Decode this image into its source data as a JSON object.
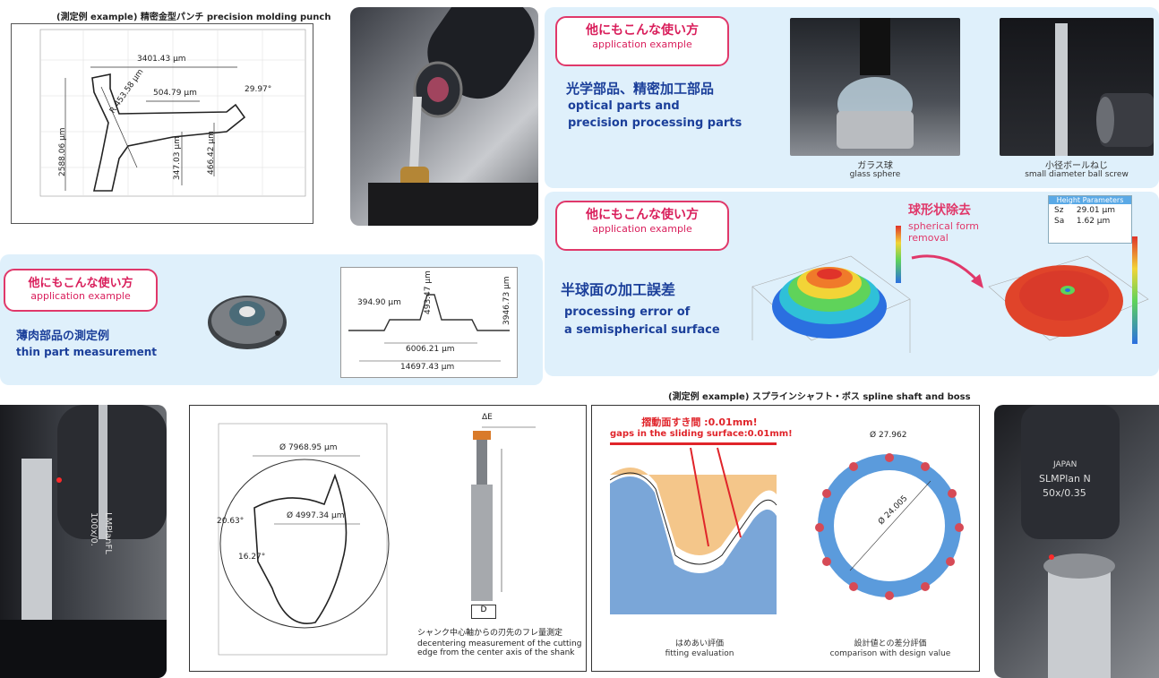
{
  "punch": {
    "title": "(測定例 example) 精密金型パンチ precision molding punch",
    "dims": [
      "3401.43 μm",
      "504.79 μm",
      "29.97°",
      "R 453.58 μm",
      "2588.06 μm",
      "347.03 μm",
      "466.42 μm"
    ]
  },
  "optical": {
    "pill_jp": "他にもこんな使い方",
    "pill_en": "application example",
    "head_jp": "光学部品、精密加工部品",
    "head_en1": "optical parts and",
    "head_en2": "precision processing parts",
    "cap1_jp": "ガラス球",
    "cap1_en": "glass sphere",
    "cap2_jp": "小径ボールねじ",
    "cap2_en": "small diameter ball screw"
  },
  "thin": {
    "pill_jp": "他にもこんな使い方",
    "pill_en": "application example",
    "head_jp": "薄肉部品の測定例",
    "head_en": "thin part measurement",
    "dims": [
      "394.90 μm",
      "493.47 μm",
      "3946.73 μm",
      "6006.21 μm",
      "14697.43 μm"
    ]
  },
  "hemi": {
    "pill_jp": "他にもこんな使い方",
    "pill_en": "application example",
    "head_jp": "半球面の加工誤差",
    "head_en1": "processing error of",
    "head_en2": "a semispherical surface",
    "removal_jp": "球形状除去",
    "removal_en1": "spherical form",
    "removal_en2": "removal",
    "param_title": "Height Parameters",
    "sz_label": "Sz",
    "sz_value": "29.01 μm",
    "sa_label": "Sa",
    "sa_value": "1.62 μm"
  },
  "shank": {
    "dims": [
      "Ø 7968.95 μm",
      "Ø 4997.34 μm",
      "20.63°",
      "16.27°"
    ],
    "delta": "ΔE",
    "d_label": "D",
    "cap_jp": "シャンク中心軸からの刃先のフレ量測定",
    "cap_en1": "decentering measurement of the cutting",
    "cap_en2": "edge from the center axis of the shank"
  },
  "spline": {
    "title": "(測定例 example) スプラインシャフト・ボス spline shaft and boss",
    "gap_jp": "摺動面すき間 :0.01mm!",
    "gap_en": "gaps in the sliding surface:0.01mm!",
    "fit_jp": "はめあい評価",
    "fit_en": "fitting evaluation",
    "cmp_jp": "設計値との差分評価",
    "cmp_en": "comparison with design value",
    "d1": "Ø 27.962",
    "d2": "Ø 24.005"
  },
  "lens_text": {
    "lmp": "LMPlanFL",
    "mag": "100x/0.",
    "japan": "JAPAN",
    "slmp": "SLMPlan N",
    "mag2": "50x/0.35"
  },
  "colors": {
    "panel_blue": "#dff0fb",
    "pill_border": "#e0386a",
    "heading_blue": "#1b3f9a",
    "accent_red": "#e0386a"
  }
}
